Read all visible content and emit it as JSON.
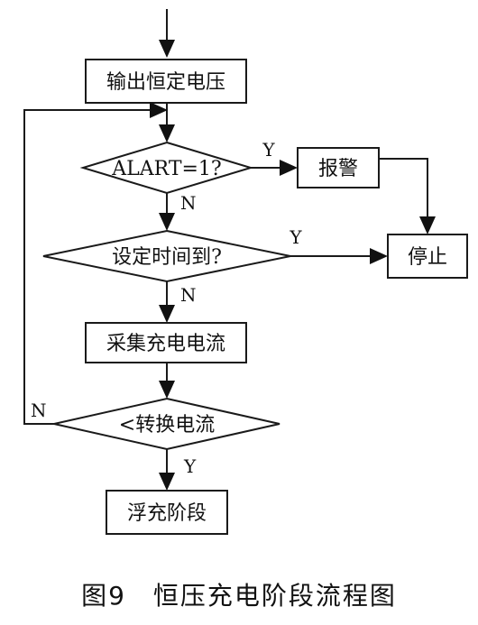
{
  "nodes": {
    "output_voltage": "输出恒定电压",
    "alart_check": "ALART=1?",
    "alarm": "报警",
    "time_check": "设定时间到?",
    "stop": "停止",
    "sample_current": "采集充电电流",
    "current_check": "<转换电流",
    "float_stage": "浮充阶段"
  },
  "edge_labels": {
    "alart_yes": "Y",
    "alart_no": "N",
    "time_yes": "Y",
    "time_no": "N",
    "current_no": "N",
    "current_yes": "Y"
  },
  "caption": "图9　恒压充电阶段流程图"
}
